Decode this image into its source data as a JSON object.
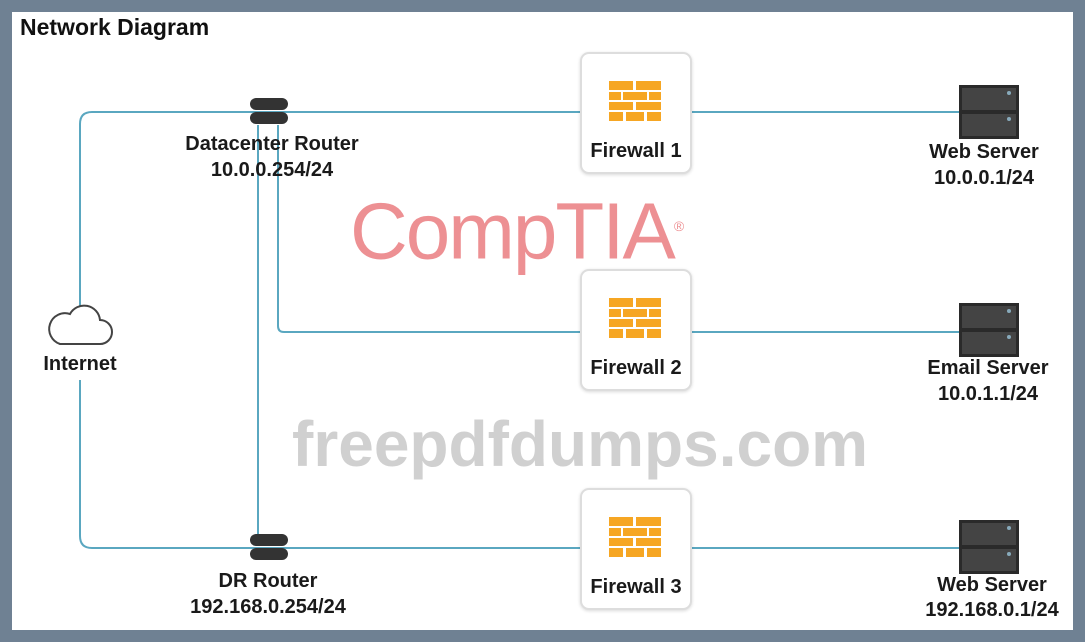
{
  "title": "Network Diagram",
  "nodes": {
    "internet": {
      "label": "Internet",
      "icon": "cloud-icon"
    },
    "datacenter_router": {
      "label": "Datacenter Router",
      "ip": "10.0.0.254/24",
      "icon": "router-icon"
    },
    "dr_router": {
      "label": "DR Router",
      "ip": "192.168.0.254/24",
      "icon": "router-icon"
    },
    "firewall1": {
      "label": "Firewall 1",
      "icon": "firewall-icon"
    },
    "firewall2": {
      "label": "Firewall 2",
      "icon": "firewall-icon"
    },
    "firewall3": {
      "label": "Firewall 3",
      "icon": "firewall-icon"
    },
    "web_server1": {
      "label": "Web Server",
      "ip": "10.0.0.1/24",
      "icon": "server-icon"
    },
    "email_server": {
      "label": "Email Server",
      "ip": "10.0.1.1/24",
      "icon": "server-icon"
    },
    "web_server2": {
      "label": "Web Server",
      "ip": "192.168.0.1/24",
      "icon": "server-icon"
    }
  },
  "watermark": "freepdfdumps.com",
  "logo": "CompTIA",
  "colors": {
    "link": "#5aa7c0",
    "firewall": "#f6a623",
    "frame": "#6f8193",
    "logo": "#e1464b"
  }
}
